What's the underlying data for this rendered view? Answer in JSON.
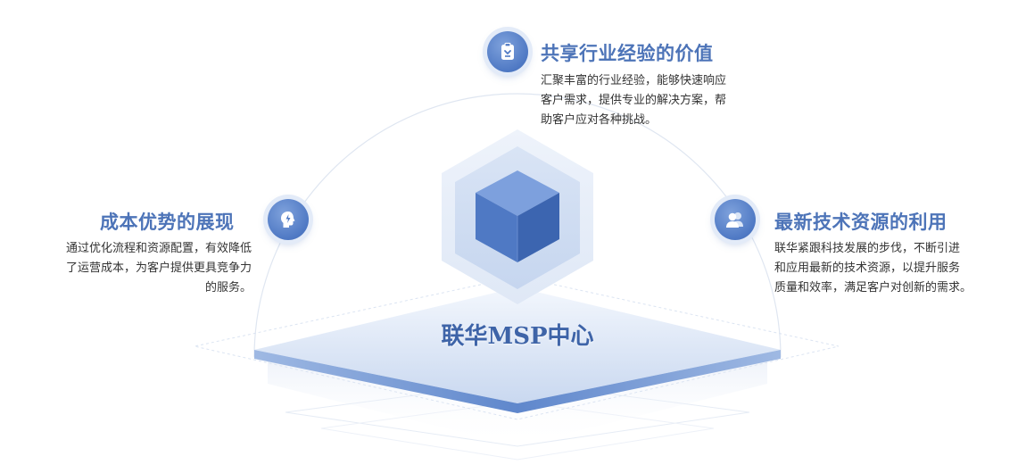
{
  "center": {
    "label": "联华MSP中心"
  },
  "features": {
    "top": {
      "title": "共享行业经验的价值",
      "desc": [
        "汇聚丰富的行业经验，能够快速响应",
        "客户需求，提供专业的解决方案，帮",
        "助客户应对各种挑战。"
      ],
      "icon": "clipboard-icon"
    },
    "left": {
      "title": "成本优势的展现",
      "desc": [
        "通过优化流程和资源配置，有效降低",
        "了运营成本，为客户提供更具竞争力",
        "的服务。"
      ],
      "icon": "lightning-head-icon"
    },
    "right": {
      "title": "最新技术资源的利用",
      "desc": [
        "联华紧跟科技发展的步伐，不断引进",
        "和应用最新的技术资源，以提升服务",
        "质量和效率，满足客户对创新的需求。"
      ],
      "icon": "users-icon"
    }
  },
  "colors": {
    "accent": "#4d74b8",
    "text": "#333333",
    "cube": "#4f79c4"
  }
}
